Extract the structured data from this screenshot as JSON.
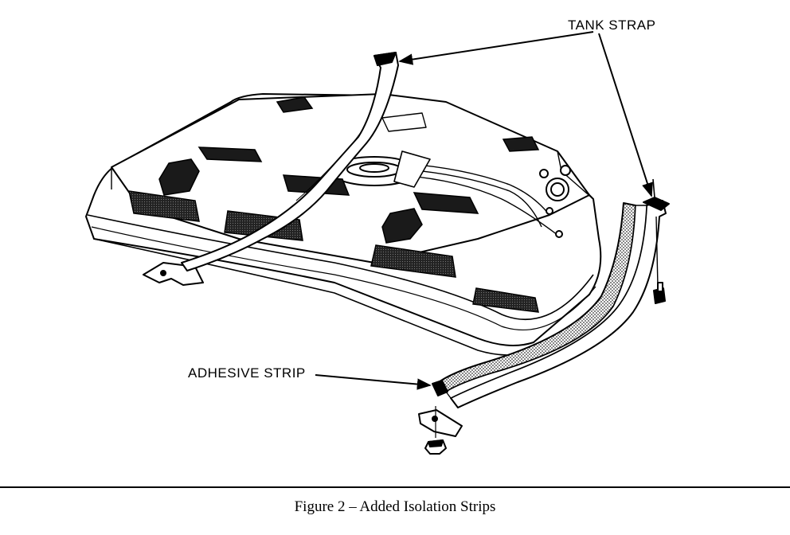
{
  "labels": {
    "tank_strap": "TANK STRAP",
    "adhesive_strip": "ADHESIVE STRIP"
  },
  "caption": "Figure 2 – Added Isolation Strips",
  "colors": {
    "line": "#000000",
    "background": "#ffffff",
    "pad_fill": "#1a1a1a",
    "strip_texture": "#555555"
  }
}
